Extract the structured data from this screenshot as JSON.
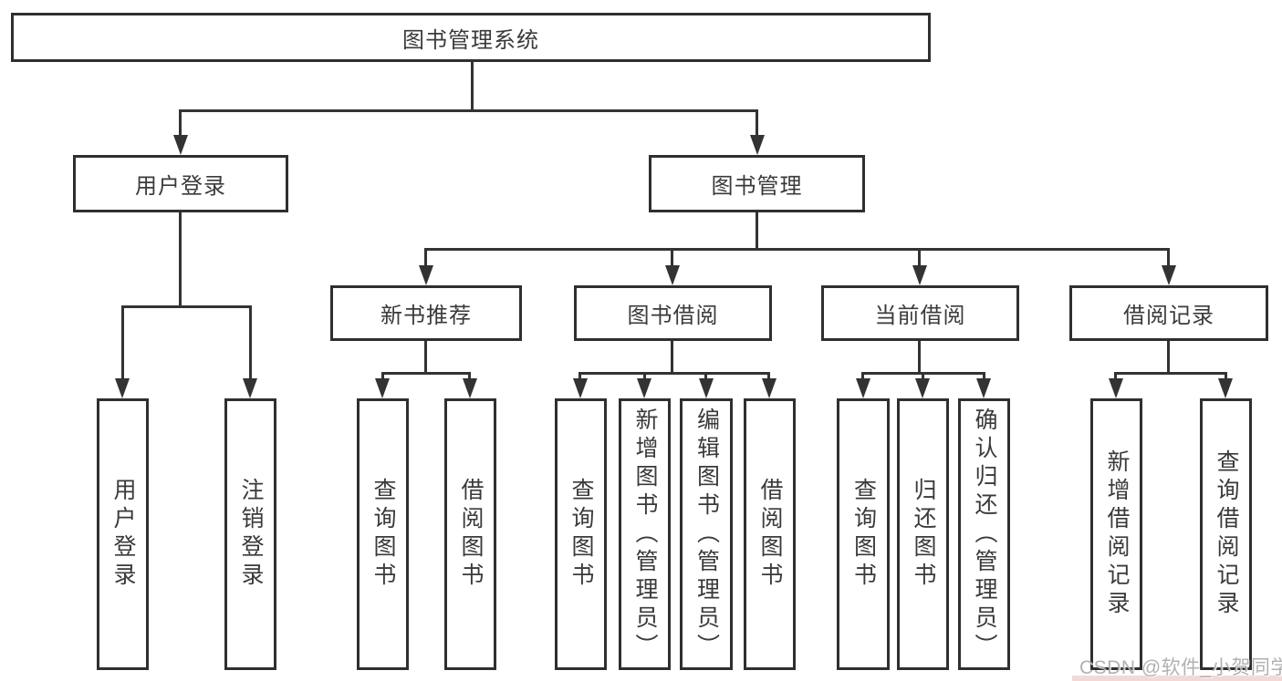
{
  "diagram": {
    "root": "图书管理系统",
    "user_login": {
      "label": "用户登录",
      "children": [
        "用户登录",
        "注销登录"
      ]
    },
    "book_mgmt": {
      "label": "图书管理",
      "groups": [
        {
          "label": "新书推荐",
          "children": [
            "查询图书",
            "借阅图书"
          ]
        },
        {
          "label": "图书借阅",
          "children": [
            "查询图书",
            "新增图书（管理员）",
            "编辑图书（管理员）",
            "借阅图书"
          ]
        },
        {
          "label": "当前借阅",
          "children": [
            "查询图书",
            "归还图书",
            "确认归还（管理员）"
          ]
        },
        {
          "label": "借阅记录",
          "children": [
            "新增借阅记录",
            "查询借阅记录"
          ]
        }
      ]
    }
  },
  "watermark": "CSDN @软件_小贺同学",
  "colors": {
    "line": "#333333",
    "text": "#3a3a3a",
    "watermark_text": "#a9a9a9",
    "band": "#f2d9d9",
    "box_fill": "#ffffff"
  }
}
